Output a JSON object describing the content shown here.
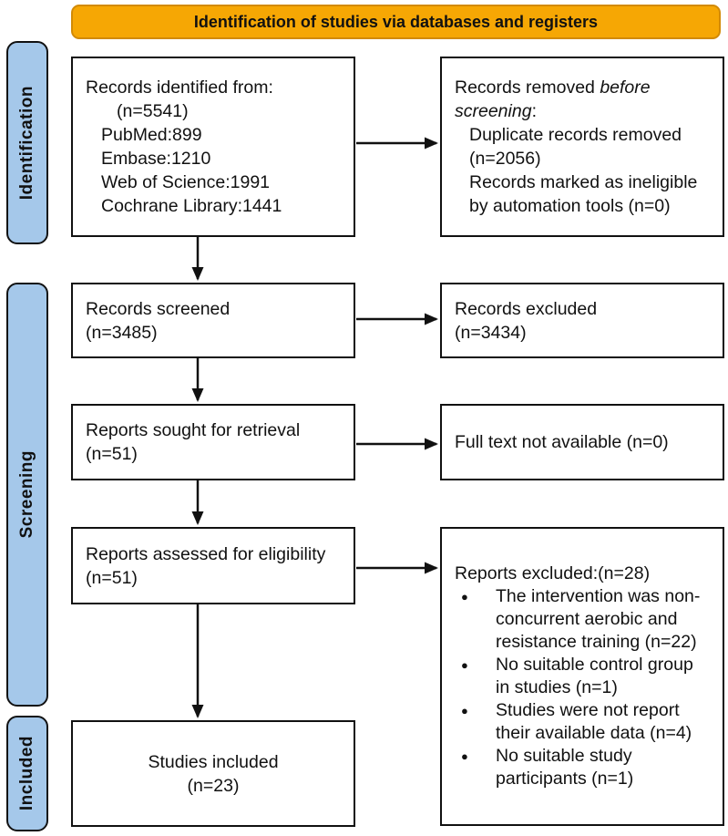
{
  "banner": {
    "label": "Identification of studies via databases and registers"
  },
  "colors": {
    "banner_bg": "#F6A704",
    "banner_border": "#D28A06",
    "sidebar_bg": "#A5C8EA",
    "line": "#111111"
  },
  "sidebar": {
    "identification": "Identification",
    "screening": "Screening",
    "included": "Included"
  },
  "flow": {
    "records_identified": {
      "line1": "Records identified from:",
      "line2": "(n=5541)",
      "line3": "PubMed:899",
      "line4": "Embase:1210",
      "line5": "Web of Science:1991",
      "line6": "Cochrane Library:1441"
    },
    "records_removed": {
      "prefix": "Records removed ",
      "italic": "before screening",
      "suffix": ":",
      "items": [
        "Duplicate records removed (n=2056)",
        "Records marked as ineligible by automation tools (n=0)"
      ]
    },
    "records_screened": {
      "line1": "Records screened",
      "line2": "(n=3485)"
    },
    "records_excluded": {
      "line1": "Records excluded",
      "line2": "(n=3434)"
    },
    "reports_sought": {
      "line1": "Reports sought for retrieval",
      "line2": "(n=51)"
    },
    "full_text_not_available": {
      "line1": "Full text not available (n=0)"
    },
    "reports_assessed": {
      "line1": "Reports assessed for eligibility",
      "line2": "(n=51)"
    },
    "reports_excluded": {
      "heading": "Reports excluded:(n=28)",
      "bullet_glyph": "●",
      "items": [
        "The intervention was non-concurrent aerobic and resistance training (n=22)",
        "No suitable control group in studies (n=1)",
        "Studies were not report their available data (n=4)",
        "No suitable study participants (n=1)"
      ]
    },
    "studies_included": {
      "line1": "Studies included",
      "line2": "(n=23)"
    }
  }
}
